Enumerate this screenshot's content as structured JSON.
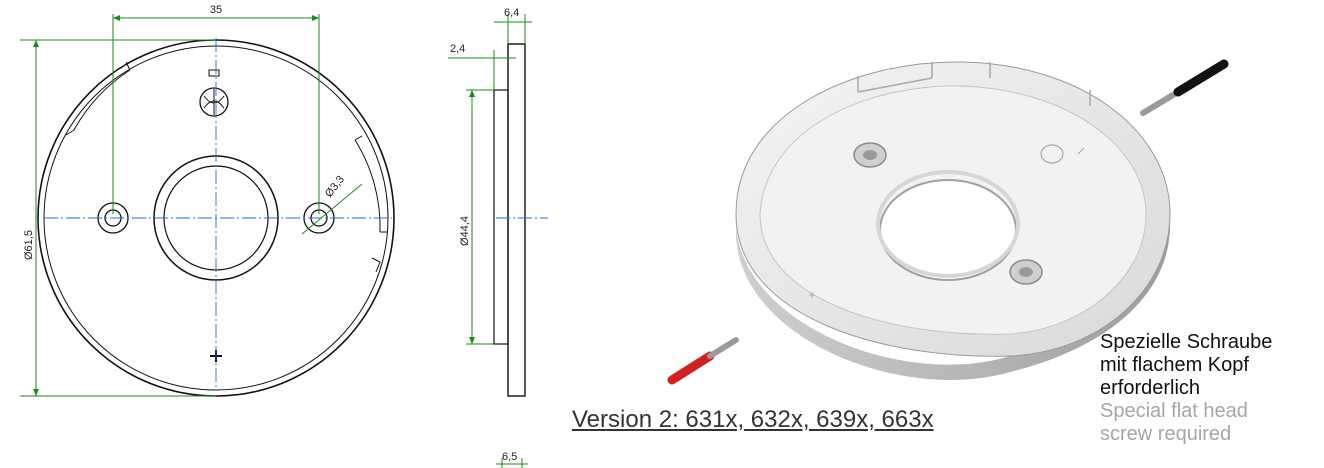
{
  "dimensions": {
    "hole_spacing": "35",
    "outer_diameter": "Ø61,5",
    "hole_diameter": "Ø3,3",
    "total_thickness": "6,4",
    "step_thickness": "2,4",
    "inner_diameter": "Ø44,4",
    "bottom_dimension": "6,5"
  },
  "caption": "Version 2: 631x, 632x, 639x, 663x",
  "note_de": [
    "Spezielle Schraube",
    "mit flachem Kopf",
    "erforderlich"
  ],
  "note_en": [
    "Special flat head",
    "screw required"
  ],
  "colors": {
    "dimension_line": "#1a8a1a",
    "center_line": "#1f6fd1",
    "outline": "#111111",
    "note_secondary": "#a6a6a6",
    "black_wire": "#111111",
    "red_wire": "#d42020"
  }
}
